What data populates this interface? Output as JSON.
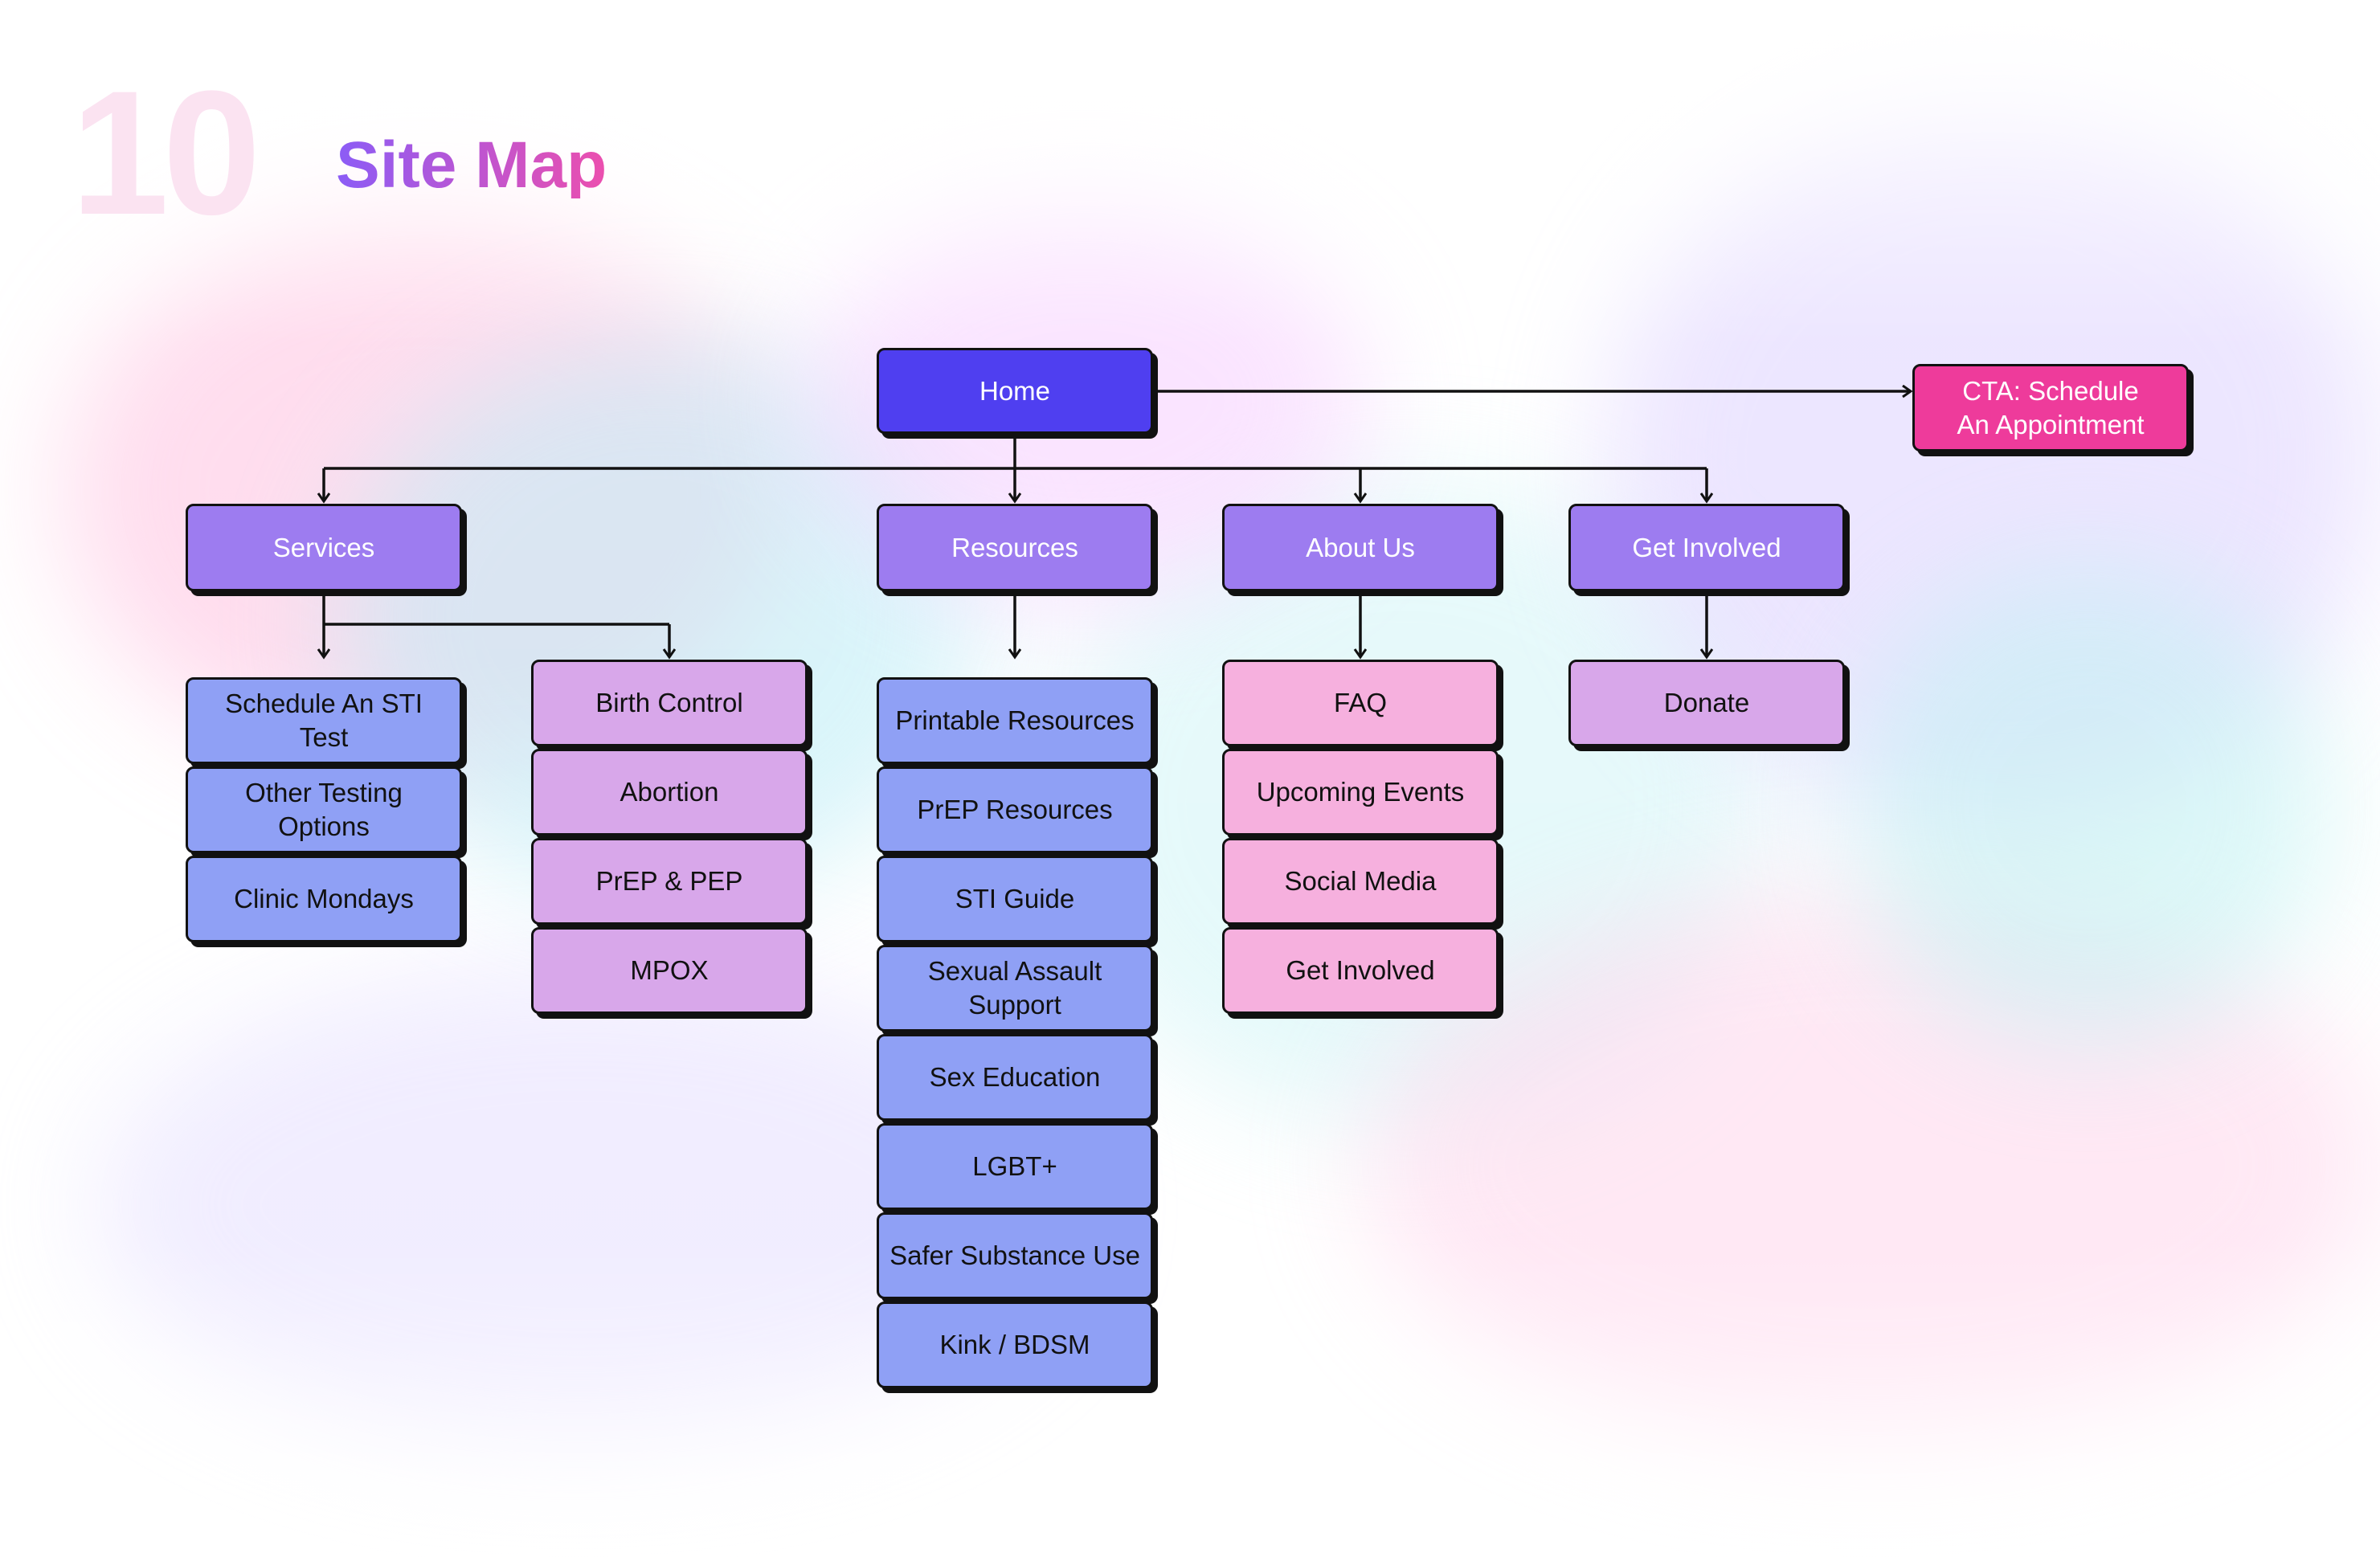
{
  "section_number": "10",
  "title": "Site Map",
  "colors": {
    "home": "#4f3ff0",
    "cta": "#ee3b9b",
    "primary_nav": "#9d7cf0",
    "blue_child": "#8fa0f5",
    "lavender_child": "#d8a7ea",
    "pink_child": "#f6b0de",
    "title_gradient": [
      "#8b5cf6",
      "#ec4fae"
    ]
  },
  "sitemap": {
    "home": "Home",
    "cta": "CTA: Schedule An Appointment",
    "services": {
      "label": "Services",
      "testing": [
        "Schedule An STI Test",
        "Other Testing Options",
        "Clinic Mondays"
      ],
      "health": [
        "Birth Control",
        "Abortion",
        "PrEP & PEP",
        "MPOX"
      ]
    },
    "resources": {
      "label": "Resources",
      "children": [
        "Printable Resources",
        "PrEP Resources",
        "STI Guide",
        "Sexual Assault Support",
        "Sex Education",
        "LGBT+",
        "Safer Substance Use",
        "Kink / BDSM"
      ]
    },
    "about": {
      "label": "About Us",
      "children": [
        "FAQ",
        "Upcoming Events",
        "Social Media",
        "Get Involved"
      ]
    },
    "get_involved": {
      "label": "Get Involved",
      "children": [
        "Donate"
      ]
    }
  }
}
